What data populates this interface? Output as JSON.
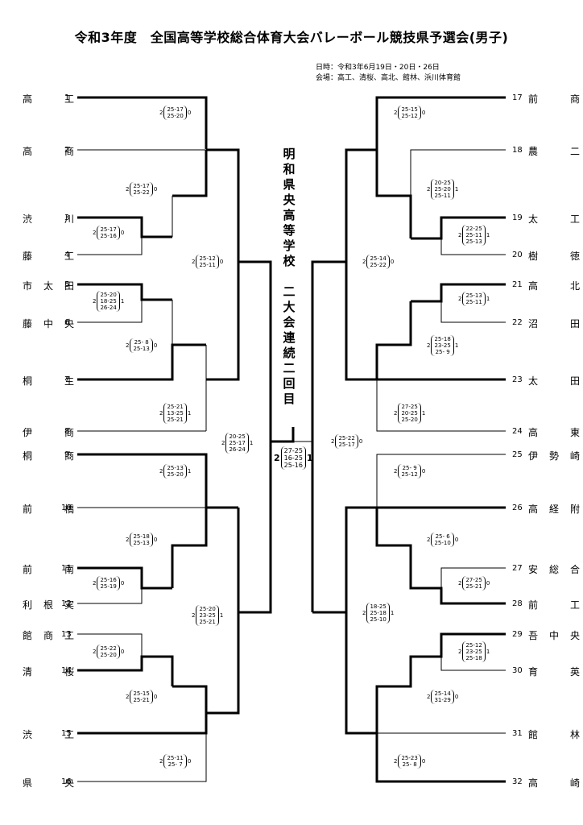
{
  "title": "令和3年度　全国高等学校総合体育大会バレーボール競技県予選会(男子)",
  "dates": "日時：令和3年6月19日・20日・26日",
  "venues": "会場：高工、清桜、高北、館林、浜川体育館",
  "champion_banner": "明和県央高等学校　二大会連続二回目",
  "teams": [
    {
      "n": "1",
      "name": "高　工"
    },
    {
      "n": "2",
      "name": "高　商"
    },
    {
      "n": "3",
      "name": "渋　川"
    },
    {
      "n": "4",
      "name": "藤　工"
    },
    {
      "n": "5",
      "name": "市太田"
    },
    {
      "n": "6",
      "name": "藤中央"
    },
    {
      "n": "7",
      "name": "桐　生"
    },
    {
      "n": "8",
      "name": "伊　商"
    },
    {
      "n": "9",
      "name": "桐　商"
    },
    {
      "n": "10",
      "name": "前　橋"
    },
    {
      "n": "11",
      "name": "前　南"
    },
    {
      "n": "12",
      "name": "利根実"
    },
    {
      "n": "13",
      "name": "館商工"
    },
    {
      "n": "14",
      "name": "清　桜"
    },
    {
      "n": "15",
      "name": "渋　工"
    },
    {
      "n": "16",
      "name": "県　央"
    },
    {
      "n": "17",
      "name": "前　商"
    },
    {
      "n": "18",
      "name": "農　二"
    },
    {
      "n": "19",
      "name": "太　工"
    },
    {
      "n": "20",
      "name": "樹　徳"
    },
    {
      "n": "21",
      "name": "高　北"
    },
    {
      "n": "22",
      "name": "沼　田"
    },
    {
      "n": "23",
      "name": "太　田"
    },
    {
      "n": "24",
      "name": "高　東"
    },
    {
      "n": "25",
      "name": "伊勢崎"
    },
    {
      "n": "26",
      "name": "高経附"
    },
    {
      "n": "27",
      "name": "安総合"
    },
    {
      "n": "28",
      "name": "前　工"
    },
    {
      "n": "29",
      "name": "吾中央"
    },
    {
      "n": "30",
      "name": "育　英"
    },
    {
      "n": "31",
      "name": "館　林"
    },
    {
      "n": "32",
      "name": "高　崎"
    }
  ],
  "scores": [
    {
      "w": "2",
      "l": "0",
      "sets": [
        "25-17",
        "25-20"
      ]
    },
    {
      "w": "2",
      "l": "0",
      "sets": [
        "25-17",
        "25-22"
      ]
    },
    {
      "w": "2",
      "l": "0",
      "sets": [
        "25-17",
        "25-16"
      ]
    },
    {
      "w": "2",
      "l": "0",
      "sets": [
        "25-12",
        "25-11"
      ]
    },
    {
      "w": "2",
      "l": "1",
      "sets": [
        "25-20",
        "18-25",
        "26-24"
      ]
    },
    {
      "w": "2",
      "l": "0",
      "sets": [
        "25- 8",
        "25-13"
      ]
    },
    {
      "w": "2",
      "l": "1",
      "sets": [
        "25-21",
        "13-25",
        "25-21"
      ]
    },
    {
      "w": "2",
      "l": "1",
      "sets": [
        "20-25",
        "25-17",
        "26-24"
      ]
    },
    {
      "w": "2",
      "l": "1",
      "sets": [
        "25-13",
        "25-20"
      ]
    },
    {
      "w": "2",
      "l": "0",
      "sets": [
        "25-18",
        "25-13"
      ]
    },
    {
      "w": "2",
      "l": "0",
      "sets": [
        "25-16",
        "25-19"
      ]
    },
    {
      "w": "2",
      "l": "1",
      "sets": [
        "25-20",
        "23-25",
        "25-21"
      ]
    },
    {
      "w": "2",
      "l": "0",
      "sets": [
        "25-22",
        "25-20"
      ]
    },
    {
      "w": "2",
      "l": "0",
      "sets": [
        "25-15",
        "25-21"
      ]
    },
    {
      "w": "2",
      "l": "0",
      "sets": [
        "25-11",
        "25- 7"
      ]
    },
    {
      "w": "2",
      "l": "0",
      "sets": [
        "25-15",
        "25-12"
      ]
    },
    {
      "w": "2",
      "l": "1",
      "sets": [
        "20-25",
        "25-20",
        "25-11"
      ]
    },
    {
      "w": "2",
      "l": "1",
      "sets": [
        "22-25",
        "25-11",
        "25-13"
      ]
    },
    {
      "w": "2",
      "l": "0",
      "sets": [
        "25-14",
        "25-22"
      ]
    },
    {
      "w": "2",
      "l": "1",
      "sets": [
        "25-13",
        "25-11"
      ]
    },
    {
      "w": "2",
      "l": "1",
      "sets": [
        "25-18",
        "23-25",
        "25- 9"
      ]
    },
    {
      "w": "2",
      "l": "1",
      "sets": [
        "27-25",
        "20-25",
        "25-20"
      ]
    },
    {
      "w": "2",
      "l": "0",
      "sets": [
        "25-22",
        "25-17"
      ]
    },
    {
      "w": "2",
      "l": "0",
      "sets": [
        "25- 9",
        "25-12"
      ]
    },
    {
      "w": "2",
      "l": "0",
      "sets": [
        "25- 6",
        "25-10"
      ]
    },
    {
      "w": "2",
      "l": "0",
      "sets": [
        "27-25",
        "25-21"
      ]
    },
    {
      "w": "2",
      "l": "1",
      "sets": [
        "18-25",
        "25-18",
        "25-10"
      ]
    },
    {
      "w": "2",
      "l": "1",
      "sets": [
        "25-12",
        "23-25",
        "25-18"
      ]
    },
    {
      "w": "2",
      "l": "0",
      "sets": [
        "25-14",
        "31-29"
      ]
    },
    {
      "w": "2",
      "l": "0",
      "sets": [
        "25-23",
        "25- 8"
      ]
    },
    {
      "w": "2",
      "l": "1",
      "sets": [
        "27-25",
        "16-25",
        "25-16"
      ]
    }
  ]
}
